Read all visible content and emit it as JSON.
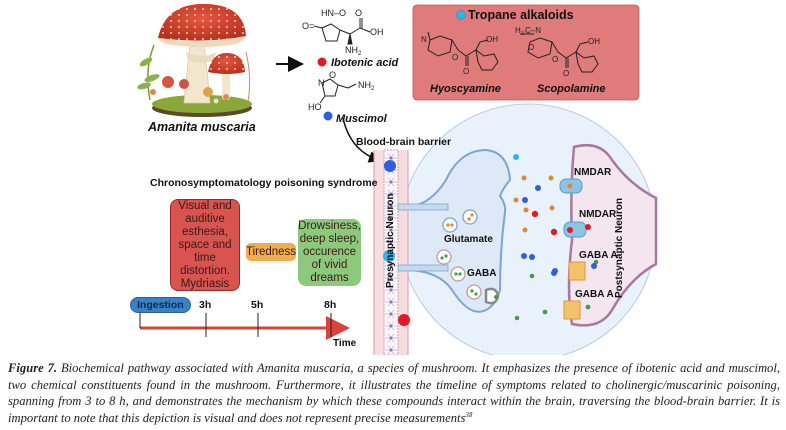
{
  "figure": {
    "mushroom_label": "Amanita muscaria",
    "compounds": [
      {
        "name": "Ibotenic acid",
        "color": "#e11b22",
        "formula_labels": [
          "HN",
          "O",
          "O",
          "OH",
          "NH2"
        ]
      },
      {
        "name": "Muscimol",
        "color": "#2f5fe0",
        "formula_labels": [
          "N",
          "O",
          "HO",
          "NH2"
        ]
      }
    ],
    "tropane": {
      "title": "Tropane alkaloids",
      "dot_color": "#2ab6e8",
      "bg_color": "#e07b7b",
      "compounds": [
        {
          "name": "Hyoscyamine",
          "formula_labels": [
            "N",
            "OH",
            "O",
            "O"
          ]
        },
        {
          "name": "Scopolamine",
          "formula_labels": [
            "H3C",
            "N",
            "O",
            "OH",
            "O",
            "O"
          ]
        }
      ]
    },
    "bbb_label": "Blood-brain barrier",
    "timeline": {
      "title": "Chronosymptomatology  poisoning syndrome",
      "symptoms": [
        {
          "text": "Visual and auditive esthesia, space and time distortion. Mydriasis",
          "color": "#d9534f"
        },
        {
          "text": "Tiredness",
          "color": "#f0ad4e"
        },
        {
          "text": "Drowsiness, deep sleep, occurence of vivid dreams",
          "color": "#8cc97a"
        }
      ],
      "start_label": "Ingestion",
      "ticks": [
        "3h",
        "5h",
        "8h"
      ],
      "axis_label": "Time"
    },
    "synapse": {
      "presynaptic_label": "Presynaptic Neuron",
      "postsynaptic_label": "Postsynaptic Neuron",
      "vesicle_labels": [
        "Glutamate",
        "GABA"
      ],
      "receptors": [
        "NMDAR",
        "NMDAR",
        "GABA A",
        "GABA A"
      ]
    }
  },
  "caption": {
    "label": "Figure 7.",
    "text": " Biochemical pathway associated with Amanita muscaria, a species of mushroom. It emphasizes the presence of ibotenic acid and muscimol, two chemical constituents found in the mushroom. Furthermore, it illustrates the timeline of symptoms related to cholinergic/muscarinic poisoning, spanning from 3 to 8 h, and demonstrates the mechanism by which these compounds interact within the brain, traversing the blood-brain barrier. It is important to note that this depiction is visual and does not represent precise measurements",
    "reference": "38"
  }
}
